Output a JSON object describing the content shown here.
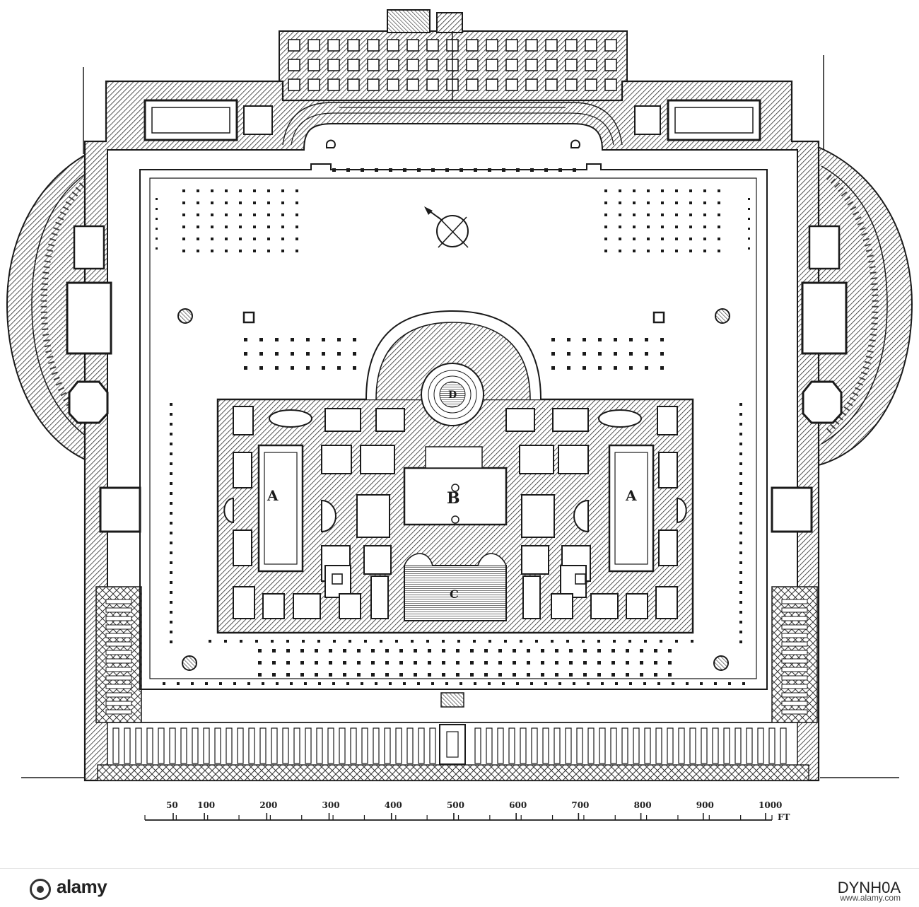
{
  "plan": {
    "labels": {
      "a_left": "A",
      "a_right": "A",
      "b": "B",
      "c": "C",
      "d": "D"
    }
  },
  "scale_bar": {
    "ticks": [
      "50",
      "100",
      "200",
      "300",
      "400",
      "500",
      "600",
      "700",
      "800",
      "900",
      "1000"
    ],
    "unit": "FT"
  },
  "watermark": {
    "brand": "alamy",
    "image_id": "DYNH0A",
    "url": "www.alamy.com"
  },
  "colors": {
    "ink": "#1a1a1a",
    "paper": "#ffffff",
    "hatch": "#2a2a2a"
  }
}
